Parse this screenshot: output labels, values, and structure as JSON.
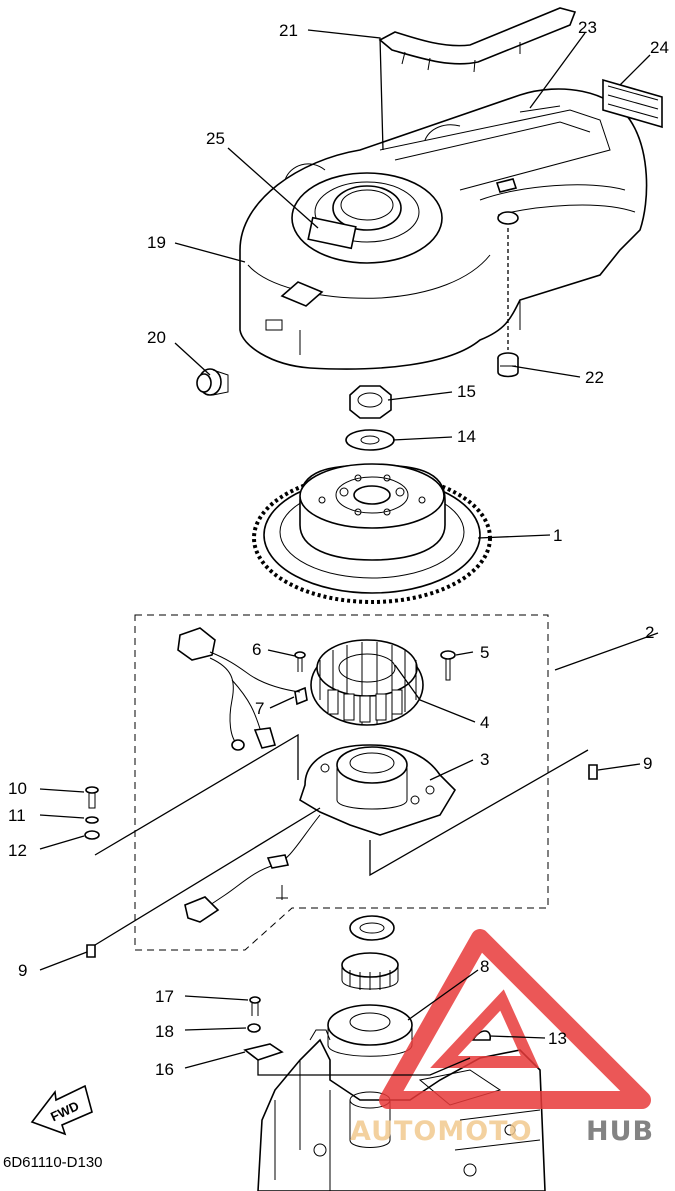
{
  "diagram_code": "6D61110-D130",
  "direction_label": "FWD",
  "watermark": {
    "part1": "AUTOMOTO",
    "part2": "HUB",
    "color_primary": "#e83a3a",
    "color_secondary": "#6e6e6e"
  },
  "callouts": {
    "c1": "1",
    "c2": "2",
    "c3": "3",
    "c4": "4",
    "c5": "5",
    "c6": "6",
    "c7": "7",
    "c8": "8",
    "c9a": "9",
    "c9b": "9",
    "c10": "10",
    "c11": "11",
    "c12": "12",
    "c13": "13",
    "c14": "14",
    "c15": "15",
    "c16": "16",
    "c17": "17",
    "c18": "18",
    "c19": "19",
    "c20": "20",
    "c21": "21",
    "c22": "22",
    "c23": "23",
    "c24": "24",
    "c25": "25"
  }
}
